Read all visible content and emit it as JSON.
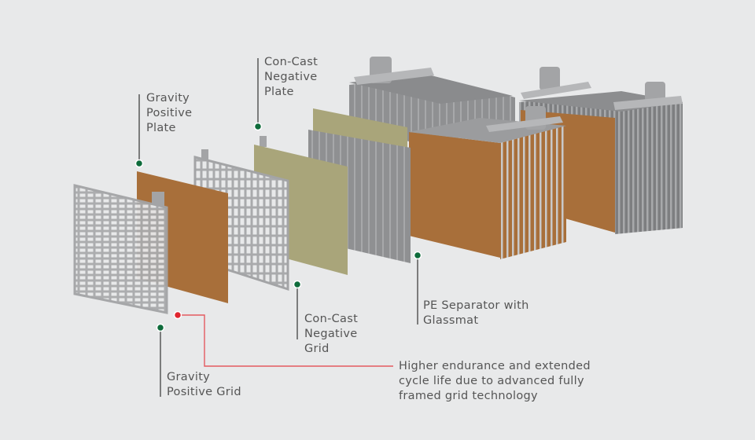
{
  "diagram": {
    "title": "Battery plate exploded view",
    "labels": {
      "gravity_positive_plate": "Gravity\nPositive\nPlate",
      "con_cast_negative_plate": "Con-Cast\nNegative\nPlate",
      "con_cast_negative_grid": "Con-Cast\nNegative\nGrid",
      "pe_separator": "PE Separator with\nGlassmat",
      "gravity_positive_grid": "Gravity\nPositive Grid",
      "highlight_note": "Higher endurance and extended\ncycle life due to advanced fully\nframed grid technology"
    },
    "colors": {
      "background": "#e8e9ea",
      "marker_green": "#0e6b3b",
      "marker_red": "#e0262f",
      "leader_line": "#333333",
      "highlight_line": "#e45a60",
      "plate_positive": "#a86f3a",
      "plate_negative": "#a9a57a",
      "grid_grey": "#a3a4a6"
    }
  }
}
